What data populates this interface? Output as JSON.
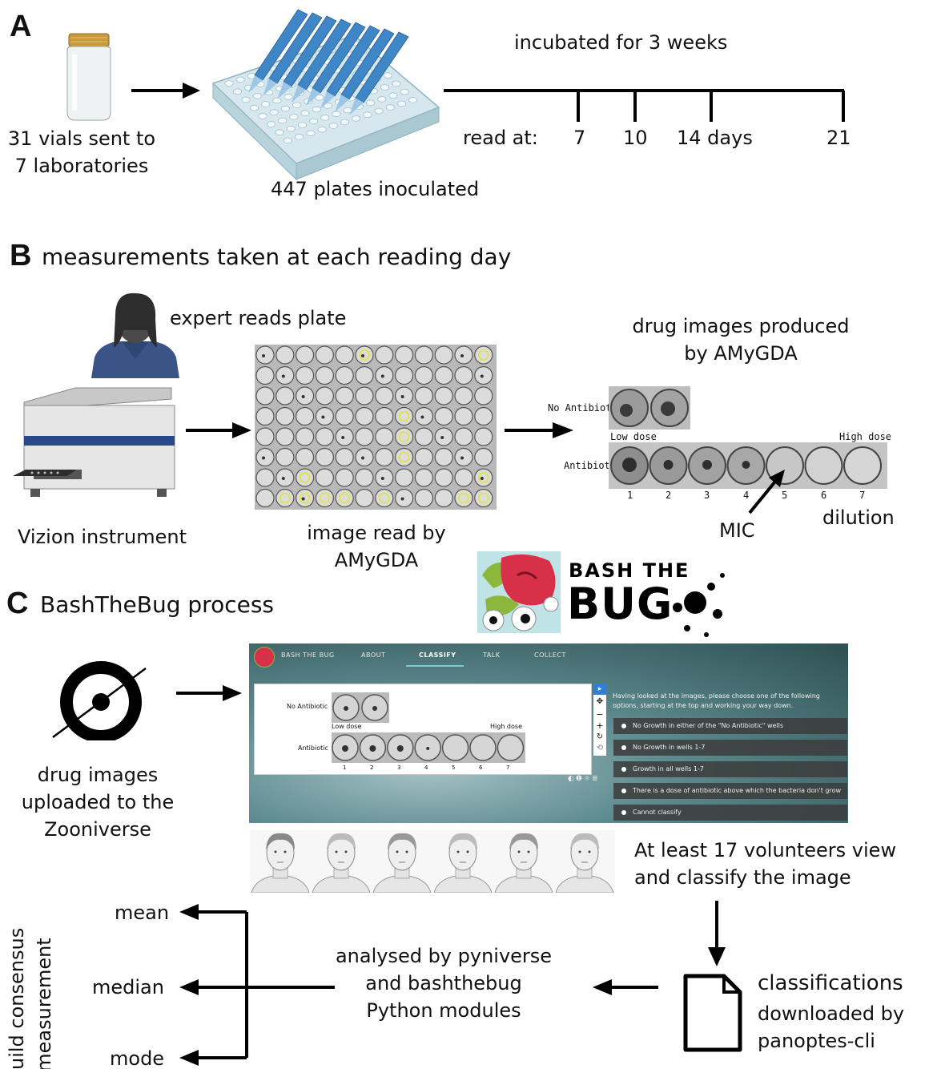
{
  "panel_a": {
    "letter": "A",
    "vials_label_1": "31 vials sent to",
    "vials_label_2": "7 laboratories",
    "plates_label": "447 plates inoculated",
    "incubation_label": "incubated for 3 weeks",
    "read_at_label": "read at:",
    "read_days": [
      "7",
      "10",
      "14 days",
      "21"
    ]
  },
  "panel_b": {
    "letter": "B",
    "title": "measurements taken at each reading day",
    "expert_label": "expert reads plate",
    "instrument_label": "Vizion instrument",
    "image_read_label_1": "image read by",
    "image_read_label_2": "AMyGDA",
    "drug_images_label_1": "drug images produced",
    "drug_images_label_2": "by AMyGDA",
    "no_antibiotic": "No Antibiotic",
    "antibiotic": "Antibiotic",
    "low_dose": "Low dose",
    "high_dose": "High dose",
    "well_numbers": [
      "1",
      "2",
      "3",
      "4",
      "5",
      "6",
      "7"
    ],
    "mic_label": "MIC",
    "dilution_label": "dilution"
  },
  "logo": {
    "line1": "BASH THE",
    "line2": "BUG"
  },
  "panel_c": {
    "letter": "C",
    "title": "BashTheBug process",
    "upload_label_1": "drug images",
    "upload_label_2": "uploaded to the",
    "upload_label_3": "Zooniverse",
    "volunteers_label_1": "At least 17 volunteers view",
    "volunteers_label_2": "and classify the image",
    "classifications_title": "classifications",
    "classifications_sub_1": "downloaded by",
    "classifications_sub_2": "panoptes-cli",
    "analysed_label_1": "analysed by pyniverse",
    "analysed_label_2": "and bashthebug",
    "analysed_label_3": "Python modules",
    "consensus_label_1": "build consensus",
    "consensus_label_2": "measurement",
    "stats": [
      "mean",
      "median",
      "mode"
    ]
  },
  "zooniverse": {
    "brand": "BASH THE BUG",
    "nav": [
      "ABOUT",
      "CLASSIFY",
      "TALK",
      "COLLECT"
    ],
    "active_nav": "CLASSIFY",
    "no_antibiotic": "No Antibiotic",
    "antibiotic": "Antibiotic",
    "low_dose": "Low dose",
    "high_dose": "High dose",
    "well_numbers": [
      "1",
      "2",
      "3",
      "4",
      "5",
      "6",
      "7"
    ],
    "question": "Having looked at the images, please choose one of the following options, starting at the top and working your way down.",
    "options": [
      "No Growth in either of the \"No Antibiotic\" wells",
      "No Growth in wells 1-7",
      "Growth in all wells 1-7",
      "There is a dose of antibiotic above which the bacteria don't grow",
      "Cannot classify"
    ]
  },
  "colors": {
    "tube_blue": "#3f86c7",
    "plate_blue": "#cfe4ec",
    "ui_teal": "#4d7c80",
    "logo_red": "#d9304a",
    "logo_green": "#8bb83c"
  }
}
